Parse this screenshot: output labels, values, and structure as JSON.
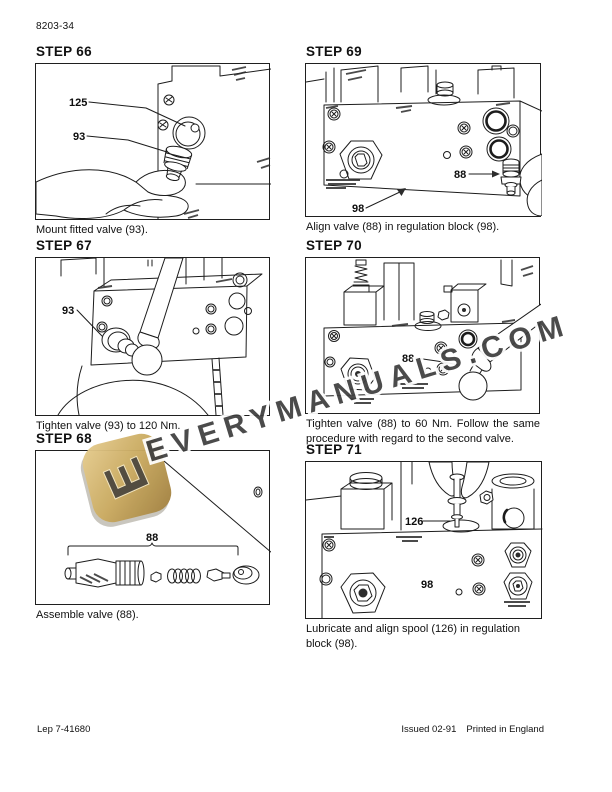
{
  "page": {
    "doc_number": "8203-34",
    "footer_left": "Lep 7-41680",
    "footer_issued": "Issued 02-91",
    "footer_printed": "Printed in England"
  },
  "watermark": {
    "text": "EVERYMANUALS.COM",
    "logo_letter": "E",
    "logo_color_light": "#e3c98a",
    "logo_color_dark": "#9f7e3d",
    "text_color": "#3e3e3e"
  },
  "steps": [
    {
      "id": "66",
      "title": "STEP 66",
      "caption": "Mount fitted valve (93).",
      "labels": [
        "125",
        "93"
      ]
    },
    {
      "id": "67",
      "title": "STEP 67",
      "caption": "Tighten valve (93) to 120 Nm.",
      "labels": [
        "93"
      ]
    },
    {
      "id": "68",
      "title": "STEP 68",
      "caption": "Assemble valve (88).",
      "labels": [
        "88"
      ]
    },
    {
      "id": "69",
      "title": "STEP 69",
      "caption": "Align valve (88) in regulation block (98).",
      "labels": [
        "88",
        "98"
      ]
    },
    {
      "id": "70",
      "title": "STEP 70",
      "caption": "Tighten valve (88) to 60 Nm. Follow the same procedure with regard to the second valve.",
      "labels": [
        "88"
      ]
    },
    {
      "id": "71",
      "title": "STEP 71",
      "caption": "Lubricate and align spool (126) in regulation block (98).",
      "labels": [
        "126",
        "98"
      ]
    }
  ]
}
